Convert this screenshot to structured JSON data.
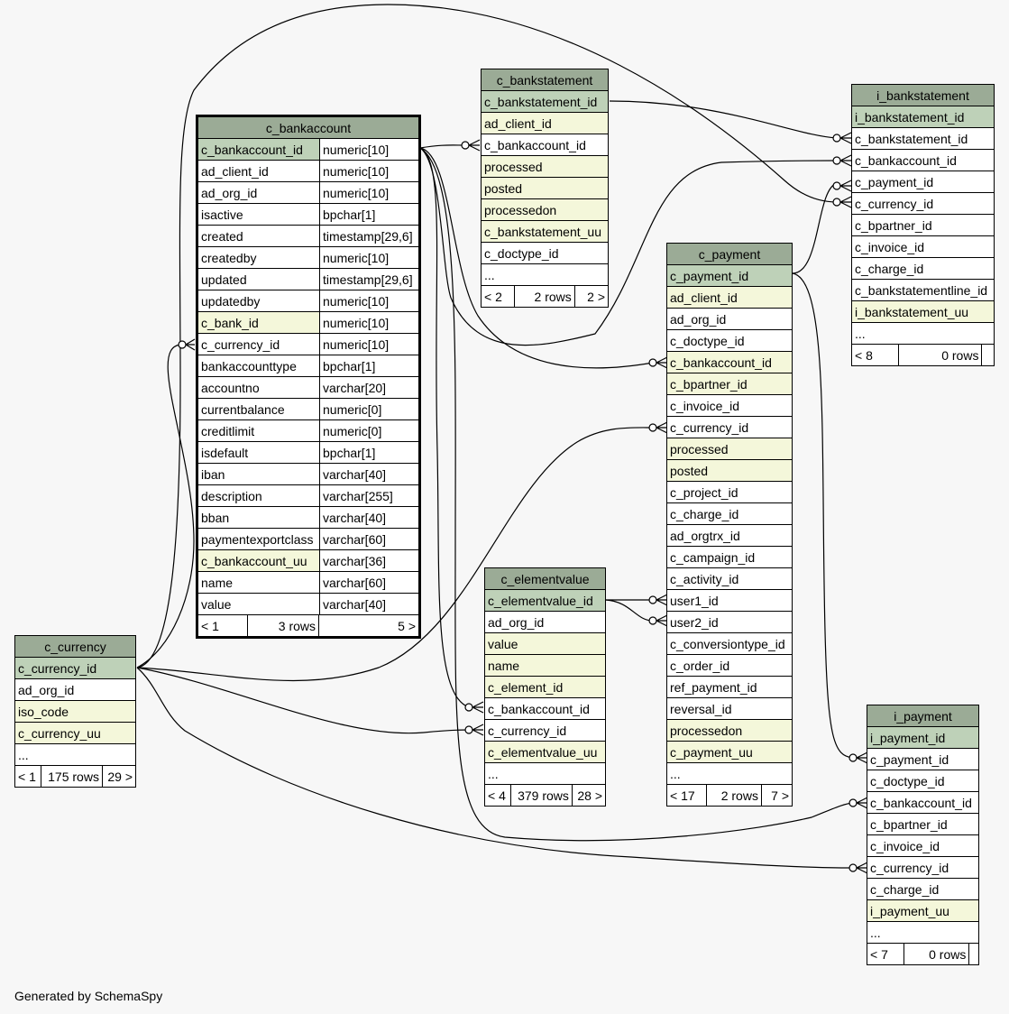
{
  "footer": "Generated by SchemaSpy",
  "tables": {
    "c_bankaccount": {
      "name": "c_bankaccount",
      "columns": [
        {
          "name": "c_bankaccount_id",
          "type": "numeric[10]",
          "style": "pk"
        },
        {
          "name": "ad_client_id",
          "type": "numeric[10]"
        },
        {
          "name": "ad_org_id",
          "type": "numeric[10]"
        },
        {
          "name": "isactive",
          "type": "bpchar[1]"
        },
        {
          "name": "created",
          "type": "timestamp[29,6]"
        },
        {
          "name": "createdby",
          "type": "numeric[10]"
        },
        {
          "name": "updated",
          "type": "timestamp[29,6]"
        },
        {
          "name": "updatedby",
          "type": "numeric[10]"
        },
        {
          "name": "c_bank_id",
          "type": "numeric[10]",
          "style": "hl"
        },
        {
          "name": "c_currency_id",
          "type": "numeric[10]"
        },
        {
          "name": "bankaccounttype",
          "type": "bpchar[1]"
        },
        {
          "name": "accountno",
          "type": "varchar[20]"
        },
        {
          "name": "currentbalance",
          "type": "numeric[0]"
        },
        {
          "name": "creditlimit",
          "type": "numeric[0]"
        },
        {
          "name": "isdefault",
          "type": "bpchar[1]"
        },
        {
          "name": "iban",
          "type": "varchar[40]"
        },
        {
          "name": "description",
          "type": "varchar[255]"
        },
        {
          "name": "bban",
          "type": "varchar[40]"
        },
        {
          "name": "paymentexportclass",
          "type": "varchar[60]"
        },
        {
          "name": "c_bankaccount_uu",
          "type": "varchar[36]",
          "style": "hl"
        },
        {
          "name": "name",
          "type": "varchar[60]"
        },
        {
          "name": "value",
          "type": "varchar[40]"
        }
      ],
      "footer": [
        "< 1",
        "3 rows",
        "5 >"
      ]
    },
    "c_bankstatement": {
      "name": "c_bankstatement",
      "columns": [
        {
          "name": "c_bankstatement_id",
          "style": "pk"
        },
        {
          "name": "ad_client_id",
          "style": "hl"
        },
        {
          "name": "c_bankaccount_id"
        },
        {
          "name": "processed",
          "style": "hl"
        },
        {
          "name": "posted",
          "style": "hl"
        },
        {
          "name": "processedon",
          "style": "hl"
        },
        {
          "name": "c_bankstatement_uu",
          "style": "hl"
        },
        {
          "name": "c_doctype_id"
        },
        {
          "name": "..."
        }
      ],
      "footer": [
        "< 2",
        "2 rows",
        "2 >"
      ]
    },
    "i_bankstatement": {
      "name": "i_bankstatement",
      "columns": [
        {
          "name": "i_bankstatement_id",
          "style": "pk"
        },
        {
          "name": "c_bankstatement_id"
        },
        {
          "name": "c_bankaccount_id"
        },
        {
          "name": "c_payment_id"
        },
        {
          "name": "c_currency_id"
        },
        {
          "name": "c_bpartner_id"
        },
        {
          "name": "c_invoice_id"
        },
        {
          "name": "c_charge_id"
        },
        {
          "name": "c_bankstatementline_id"
        },
        {
          "name": "i_bankstatement_uu",
          "style": "hl"
        },
        {
          "name": "..."
        }
      ],
      "footer": [
        "< 8",
        "0 rows",
        ""
      ]
    },
    "c_payment": {
      "name": "c_payment",
      "columns": [
        {
          "name": "c_payment_id",
          "style": "pk"
        },
        {
          "name": "ad_client_id",
          "style": "hl"
        },
        {
          "name": "ad_org_id"
        },
        {
          "name": "c_doctype_id"
        },
        {
          "name": "c_bankaccount_id",
          "style": "hl"
        },
        {
          "name": "c_bpartner_id",
          "style": "hl"
        },
        {
          "name": "c_invoice_id"
        },
        {
          "name": "c_currency_id"
        },
        {
          "name": "processed",
          "style": "hl"
        },
        {
          "name": "posted",
          "style": "hl"
        },
        {
          "name": "c_project_id"
        },
        {
          "name": "c_charge_id"
        },
        {
          "name": "ad_orgtrx_id"
        },
        {
          "name": "c_campaign_id"
        },
        {
          "name": "c_activity_id"
        },
        {
          "name": "user1_id"
        },
        {
          "name": "user2_id"
        },
        {
          "name": "c_conversiontype_id"
        },
        {
          "name": "c_order_id"
        },
        {
          "name": "ref_payment_id"
        },
        {
          "name": "reversal_id"
        },
        {
          "name": "processedon",
          "style": "hl"
        },
        {
          "name": "c_payment_uu",
          "style": "hl"
        },
        {
          "name": "..."
        }
      ],
      "footer": [
        "< 17",
        "2 rows",
        "7 >"
      ]
    },
    "c_elementvalue": {
      "name": "c_elementvalue",
      "columns": [
        {
          "name": "c_elementvalue_id",
          "style": "pk"
        },
        {
          "name": "ad_org_id"
        },
        {
          "name": "value",
          "style": "hl"
        },
        {
          "name": "name",
          "style": "hl"
        },
        {
          "name": "c_element_id",
          "style": "hl"
        },
        {
          "name": "c_bankaccount_id"
        },
        {
          "name": "c_currency_id"
        },
        {
          "name": "c_elementvalue_uu",
          "style": "hl"
        },
        {
          "name": "..."
        }
      ],
      "footer": [
        "< 4",
        "379 rows",
        "28 >"
      ]
    },
    "c_currency": {
      "name": "c_currency",
      "columns": [
        {
          "name": "c_currency_id",
          "style": "pk"
        },
        {
          "name": "ad_org_id"
        },
        {
          "name": "iso_code",
          "style": "hl"
        },
        {
          "name": "c_currency_uu",
          "style": "hl"
        },
        {
          "name": "..."
        }
      ],
      "footer": [
        "< 1",
        "175 rows",
        "29 >"
      ]
    },
    "i_payment": {
      "name": "i_payment",
      "columns": [
        {
          "name": "i_payment_id",
          "style": "pk"
        },
        {
          "name": "c_payment_id"
        },
        {
          "name": "c_doctype_id"
        },
        {
          "name": "c_bankaccount_id"
        },
        {
          "name": "c_bpartner_id"
        },
        {
          "name": "c_invoice_id"
        },
        {
          "name": "c_currency_id"
        },
        {
          "name": "c_charge_id"
        },
        {
          "name": "i_payment_uu",
          "style": "hl"
        },
        {
          "name": "..."
        }
      ],
      "footer": [
        "< 7",
        "0 rows",
        ""
      ]
    }
  }
}
